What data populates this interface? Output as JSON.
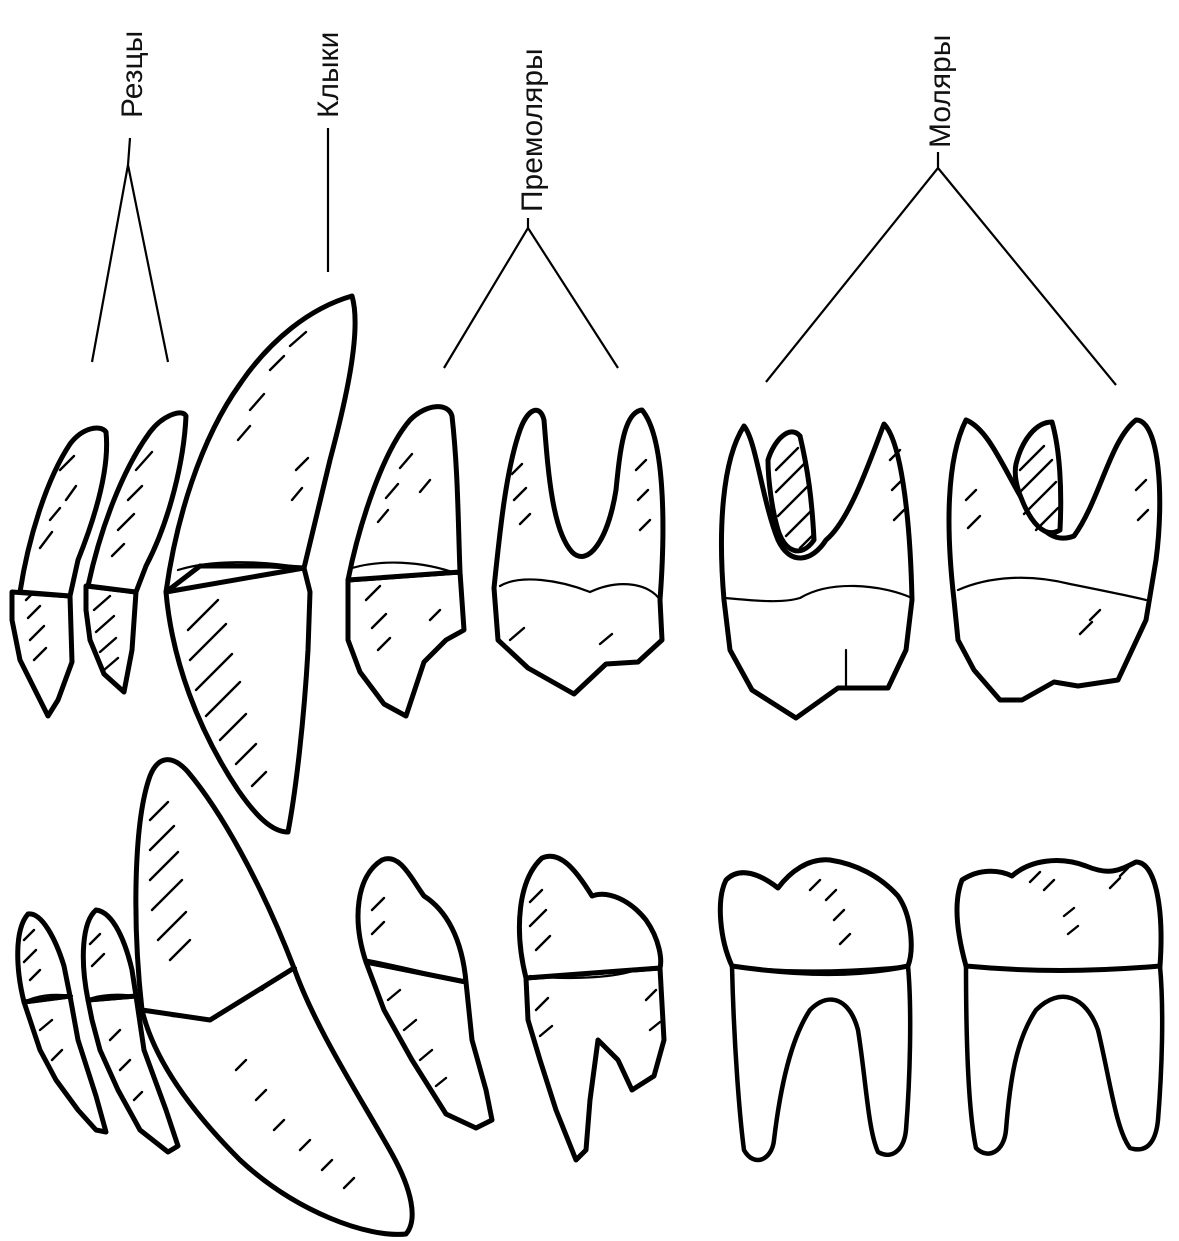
{
  "labels": {
    "incisors": "Резцы",
    "canines": "Клыки",
    "premolars": "Премоляры",
    "molars": "Моляры"
  }
}
